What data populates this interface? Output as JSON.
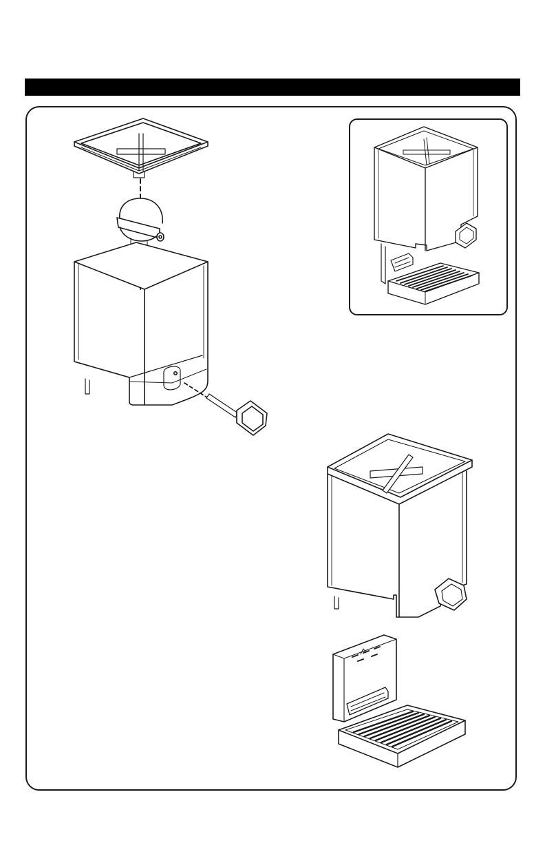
{
  "page": {
    "header_text": "",
    "colors": {
      "ink": "#1a1a1a",
      "bar": "#000000",
      "paper": "#ffffff",
      "shade": "#f2f2f2"
    }
  },
  "figures": [
    {
      "id": "exploded-view",
      "parts": [
        "lid-icon",
        "agitator-icon",
        "hopper-icon",
        "knob-icon"
      ],
      "connectors": "dashed"
    },
    {
      "id": "assembled-dispenser",
      "parts": [
        "hopper-icon",
        "knob-icon",
        "stand-icon",
        "drip-tray-icon"
      ]
    },
    {
      "id": "hopper-with-knob",
      "parts": [
        "hopper-icon",
        "knob-icon"
      ]
    },
    {
      "id": "stand-with-tray",
      "parts": [
        "stand-icon",
        "drip-tray-icon"
      ]
    }
  ]
}
